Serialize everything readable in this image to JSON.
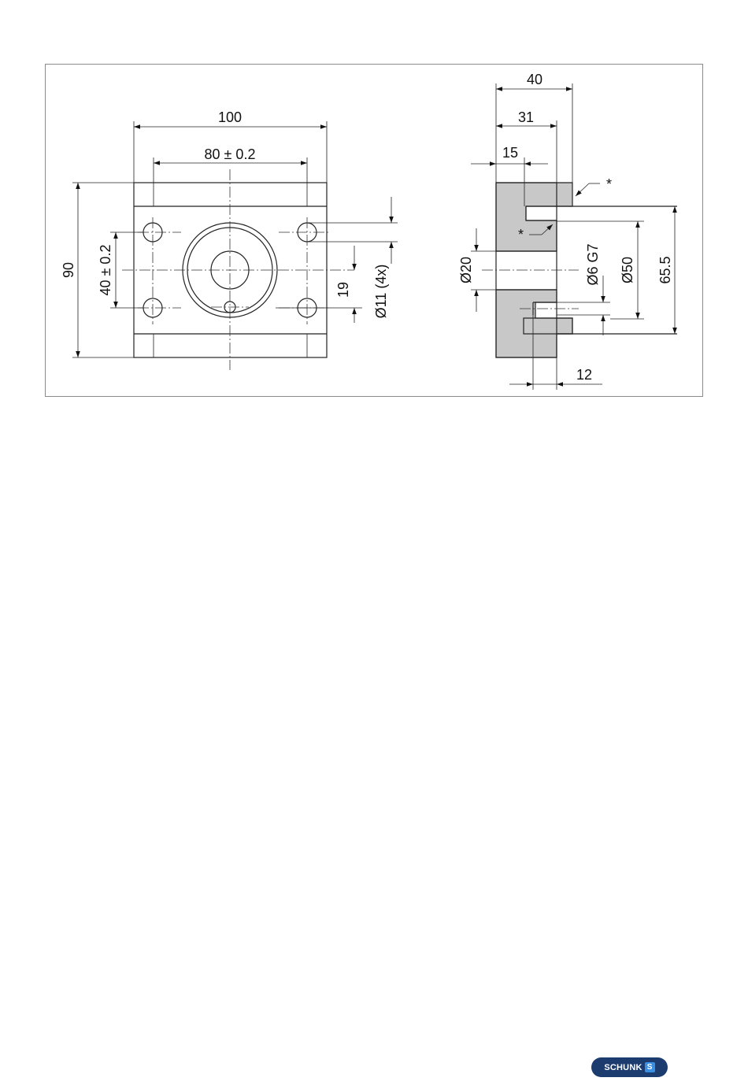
{
  "drawing": {
    "front_view": {
      "width": "100",
      "hole_spacing_x": "80 ± 0.2",
      "height": "90",
      "hole_spacing_y": "40 ± 0.2",
      "offset": "19",
      "hole_diameter": "Ø11 (4x)"
    },
    "side_view": {
      "total_depth": "40",
      "depth_31": "31",
      "depth_15": "15",
      "asterisk_upper": "*",
      "asterisk_lower": "*",
      "bore_diameter": "Ø20",
      "pin_diameter": "Ø6 G7",
      "outer_diameter": "Ø50",
      "height": "65.5",
      "pin_depth": "12"
    }
  },
  "logo": {
    "text": "SCHUNK",
    "mark": "S"
  }
}
